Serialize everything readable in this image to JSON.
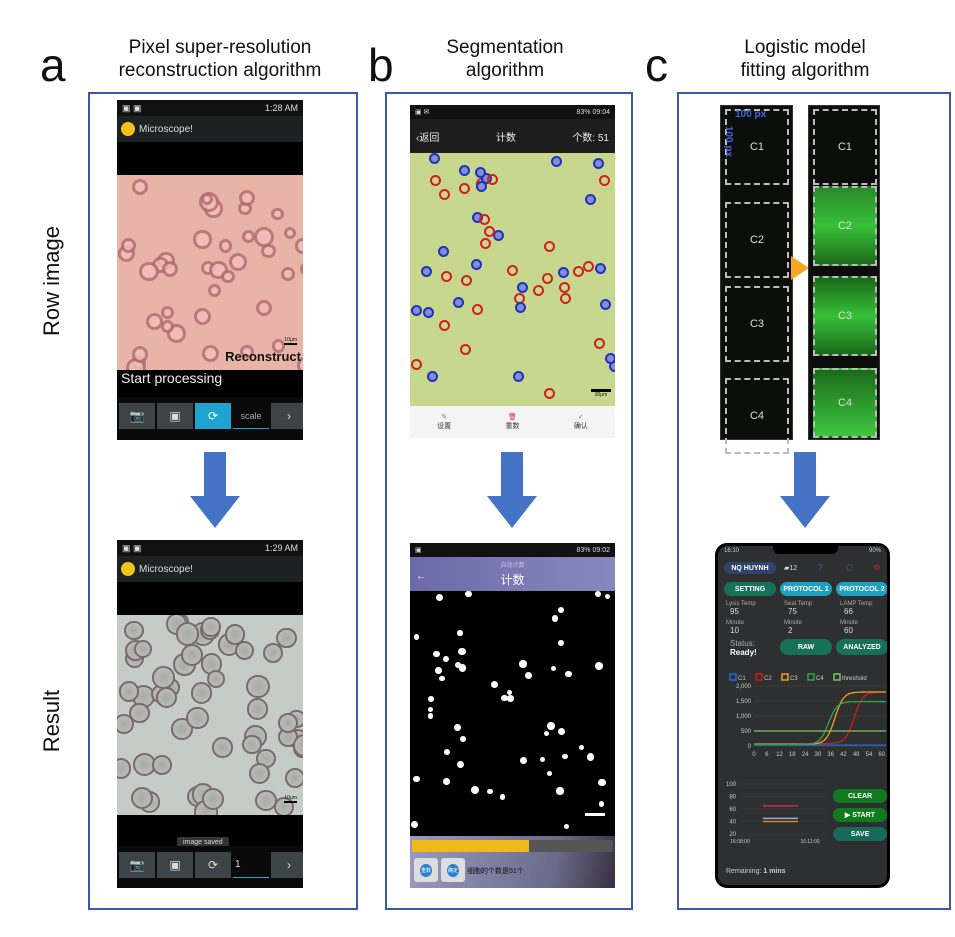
{
  "panels": {
    "a": {
      "letter": "a",
      "title_line1": "Pixel super-resolution",
      "title_line2": "reconstruction algorithm"
    },
    "b": {
      "letter": "b",
      "title_line1": "Segmentation",
      "title_line2": "algorithm"
    },
    "c": {
      "letter": "c",
      "title_line1": "Logistic model",
      "title_line2": "fitting algorithm"
    }
  },
  "row_labels": {
    "top": "Row image",
    "bottom": "Result"
  },
  "a_raw": {
    "time": "1:28 AM",
    "app": "Microscope!",
    "scale": "10μm",
    "annot_reconstruct": "Reconstruct",
    "annot_start": "Start processing",
    "scale_field": "scale"
  },
  "a_result": {
    "time": "1:29 AM",
    "app": "Microscope!",
    "scale": "10μm",
    "toast": "image saved",
    "scale_field": "1"
  },
  "b_raw": {
    "battery": "83%",
    "time": "09:04",
    "back": "返回",
    "title": "计数",
    "count": "个数: 51",
    "scale": "30μm",
    "tools": [
      "设置",
      "重数",
      "确认"
    ]
  },
  "b_result": {
    "battery": "83%",
    "time": "09:02",
    "subtitle": "自动计数",
    "title": "计数",
    "buttons": [
      "重数",
      "确定"
    ],
    "message": "细胞的个数是51个",
    "slider_value": 0.58
  },
  "c_strips": {
    "roi_width": "100 px",
    "roi_height": "100 px",
    "rois": [
      "C1",
      "C2",
      "C3",
      "C4"
    ]
  },
  "c_phone": {
    "time": "16:10",
    "battery": "90%",
    "user": "NQ HUYNH",
    "badge": "12",
    "buttons": {
      "setting": "SETTING",
      "protocol1": "PROTOCOL 1",
      "protocol2": "PROTOCOL 2",
      "raw": "RAW",
      "analyzed": "ANALYZED",
      "clear": "CLEAR",
      "start": "▶ START",
      "save": "SAVE"
    },
    "params": [
      {
        "label": "Lysis Temp",
        "value": "95"
      },
      {
        "label": "Seal Temp",
        "value": "75"
      },
      {
        "label": "LAMP Temp",
        "value": "66"
      },
      {
        "label": "Minute",
        "value": "10"
      },
      {
        "label": "Minute",
        "value": "2"
      },
      {
        "label": "Minute",
        "value": "60"
      }
    ],
    "status_label": "Status:",
    "status_value": "Ready!",
    "remaining_label": "Remaining:",
    "remaining_value": "1 mins"
  },
  "chart_data": [
    {
      "type": "line",
      "title": "",
      "legend": [
        "C1",
        "C2",
        "C3",
        "C4",
        "threshold"
      ],
      "colors": {
        "C1": "#1e6fd9",
        "C2": "#d11a1a",
        "C3": "#f0a020",
        "C4": "#2aa84a",
        "threshold": "#7fc070"
      },
      "x_ticks": [
        "0",
        "6",
        "12",
        "18",
        "24",
        "30",
        "36",
        "42",
        "48",
        "54",
        "60"
      ],
      "y_ticks": [
        "2,000",
        "1,500",
        "1,000",
        "500",
        "0"
      ],
      "xlim": [
        0,
        62
      ],
      "ylim": [
        0,
        2000
      ],
      "series": [
        {
          "name": "C1",
          "plateau": 30,
          "midpoint": null,
          "base": 30
        },
        {
          "name": "C2",
          "plateau": 1800,
          "midpoint": 47,
          "base": 80
        },
        {
          "name": "C3",
          "plateau": 1800,
          "midpoint": 38,
          "base": 60
        },
        {
          "name": "C4",
          "plateau": 1480,
          "midpoint": 35,
          "base": 50
        },
        {
          "name": "threshold",
          "constant": 500
        }
      ]
    },
    {
      "type": "line",
      "y_ticks": [
        "100",
        "80",
        "60",
        "40",
        "20"
      ],
      "x_ticks": [
        "16:08:00",
        "16:11:00"
      ],
      "ylim": [
        20,
        100
      ],
      "series": [
        {
          "name": "red",
          "color": "#c0304a",
          "value": 65
        },
        {
          "name": "blue",
          "color": "#8ab0e0",
          "value": 45
        },
        {
          "name": "orange",
          "color": "#e08020",
          "value": 40
        }
      ]
    }
  ]
}
